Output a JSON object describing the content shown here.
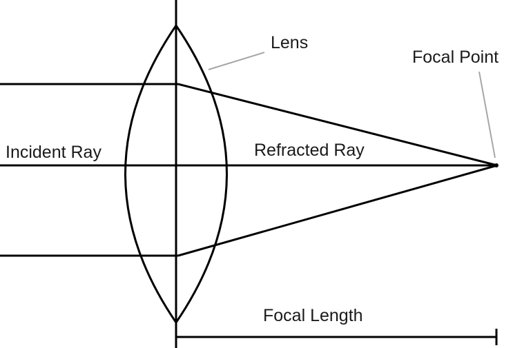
{
  "diagram": {
    "type": "convex-lens-ray-diagram",
    "labels": {
      "lens": "Lens",
      "focal_point": "Focal Point",
      "incident_ray": "Incident Ray",
      "refracted_ray": "Refracted Ray",
      "focal_length": "Focal Length"
    },
    "colors": {
      "stroke": "#000000",
      "leader_line": "#a6a6a6",
      "background": "#ffffff",
      "text": "#1a1a1a"
    }
  }
}
